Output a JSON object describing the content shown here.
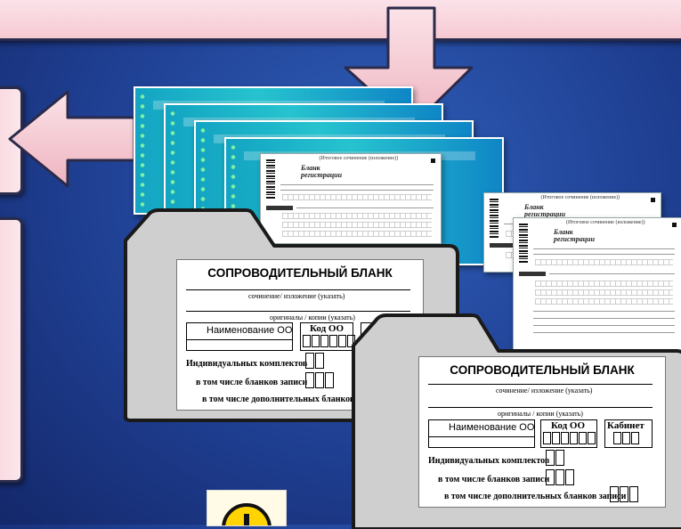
{
  "blank_a": {
    "title": "СОПРОВОДИТЕЛЬНЫЙ БЛАНК",
    "essay_label": "сочинение/ изложение (указать)",
    "originals_label": "оригиналы / копии (указать)",
    "org_label": "Наименование  ОО",
    "code_label": "Код ОО",
    "kits_label": "Индивидуальных комплектов",
    "forms_label": "в том числе бланков записи",
    "extra_label": "в том числе дополнительных бланков записи"
  },
  "blank_b": {
    "title": "СОПРОВОДИТЕЛЬНЫЙ БЛАНК",
    "essay_label": "сочинение/ изложение (указать)",
    "originals_label": "оригиналы / копии (указать)",
    "org_label": "Наименование  ОО",
    "code_label": "Код ОО",
    "room_label": "Кабинет",
    "kits_label": "Индивидуальных комплектов",
    "forms_label": "в том числе бланков записи",
    "extra_label": "в том числе дополнительных бланков записи"
  },
  "reg_form": {
    "title_line1": "Бланк",
    "title_line2": "регистрации",
    "header_caption": "(Итоговое сочинение (изложение))"
  },
  "colors": {
    "background": "#1f3f92",
    "banner": "#f6c9d3",
    "arrow_fill": "#f5c6cf",
    "folder_gray": "#cfcfcf",
    "sheet_teal": "#26c3cf"
  },
  "icons": {
    "warning": "warning-icon"
  }
}
